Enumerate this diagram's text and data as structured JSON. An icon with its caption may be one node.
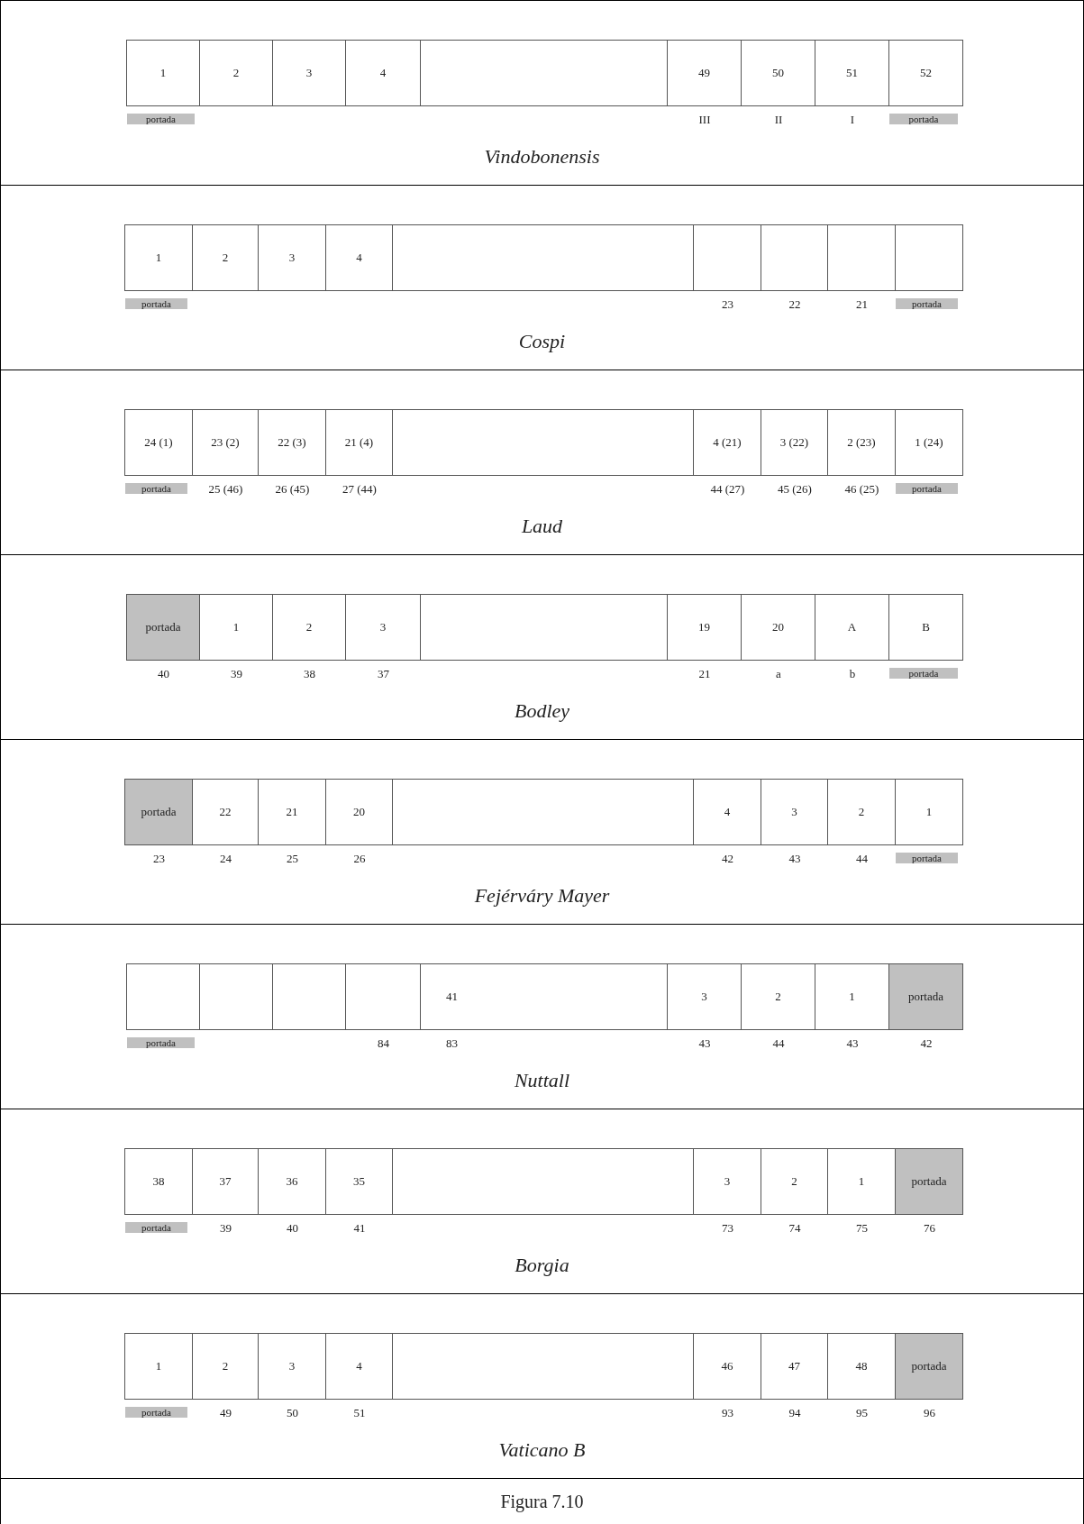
{
  "diagram": {
    "caption": "Figura 7.10",
    "nodes": [
      {
        "text": [
          "Vindobonensis"
        ]
      },
      {
        "text": [
          "1"
        ],
        "in": 0
      },
      {
        "text": [
          "2"
        ],
        "in": 0
      },
      {
        "text": [
          "3"
        ],
        "in": 0
      },
      {
        "text": [
          "4"
        ],
        "in": 0
      },
      {
        "text": [],
        "shape": "box",
        "in": 0
      },
      {
        "text": [
          "49"
        ],
        "beside": [
          "III"
        ],
        "in": 0
      },
      {
        "text": [
          "50"
        ],
        "beside": [
          "II"
        ],
        "in": 0
      },
      {
        "text": [
          "51"
        ],
        "beside": [
          "I"
        ],
        "in": 0
      },
      {
        "text": [
          "52"
        ],
        "in": 0
      },
      {
        "text": [
          "portada"
        ],
        "in": 0
      },
      {
        "text": [
          "portada"
        ],
        "in": 0
      },
      {
        "text": [
          "Cospi"
        ]
      },
      {
        "text": [
          "1"
        ],
        "in": 12
      },
      {
        "text": [
          "2"
        ],
        "in": 12
      },
      {
        "text": [
          "3"
        ],
        "in": 12
      },
      {
        "text": [
          "4"
        ],
        "in": 12
      },
      {
        "text": [],
        "shape": "box",
        "in": 12
      },
      {
        "text": [],
        "shape": "box",
        "beside": [
          "23"
        ],
        "in": 12
      },
      {
        "text": [],
        "shape": "box",
        "beside": [
          "22"
        ],
        "in": 12
      },
      {
        "text": [],
        "shape": "box",
        "beside": [
          "21"
        ],
        "in": 12
      },
      {
        "text": [],
        "shape": "box",
        "in": 12
      },
      {
        "text": [
          "portada"
        ],
        "in": 12
      },
      {
        "text": [
          "portada"
        ],
        "in": 12
      },
      {
        "text": [
          "Laud"
        ]
      },
      {
        "text": [
          "24 (1)"
        ],
        "in": 24
      },
      {
        "text": [
          "23 (2)"
        ],
        "beside": [
          "25 (46)"
        ],
        "in": 24
      },
      {
        "text": [
          "22 (3)"
        ],
        "beside": [
          "26 (45)"
        ],
        "in": 24
      },
      {
        "text": [
          "21 (4)"
        ],
        "beside": [
          "27 (44)"
        ],
        "in": 24
      },
      {
        "text": [],
        "shape": "box",
        "in": 24
      },
      {
        "text": [
          "4 (21)"
        ],
        "beside": [
          "44 (27)"
        ],
        "in": 24
      },
      {
        "text": [
          "3 (22)"
        ],
        "beside": [
          "45 (26)"
        ],
        "in": 24
      },
      {
        "text": [
          "2 (23)"
        ],
        "beside": [
          "46 (25)"
        ],
        "in": 24
      },
      {
        "text": [
          "1 (24)"
        ],
        "in": 24
      },
      {
        "text": [
          "portada"
        ],
        "in": 24
      },
      {
        "text": [
          "portada"
        ],
        "in": 24
      },
      {
        "text": [
          "Bodley"
        ]
      },
      {
        "text": [
          "portada"
        ],
        "beside": [
          "40"
        ],
        "in": 36
      },
      {
        "text": [
          "1"
        ],
        "beside": [
          "39"
        ],
        "in": 36
      },
      {
        "text": [
          "2"
        ],
        "beside": [
          "38"
        ],
        "in": 36
      },
      {
        "text": [
          "3"
        ],
        "beside": [
          "37"
        ],
        "in": 36
      },
      {
        "text": [],
        "shape": "box",
        "in": 36
      },
      {
        "text": [
          "19"
        ],
        "beside": [
          "21"
        ],
        "in": 36
      },
      {
        "text": [
          "20"
        ],
        "beside": [
          "a"
        ],
        "in": 36
      },
      {
        "text": [
          "A"
        ],
        "beside": [
          "b"
        ],
        "in": 36
      },
      {
        "text": [
          "B"
        ],
        "in": 36
      },
      {
        "text": [
          "portada"
        ],
        "in": 36
      },
      {
        "text": [
          "Fejérváry Mayer"
        ]
      },
      {
        "text": [
          "portada"
        ],
        "beside": [
          "23"
        ],
        "in": 47
      },
      {
        "text": [
          "22"
        ],
        "beside": [
          "24"
        ],
        "in": 47
      },
      {
        "text": [
          "21"
        ],
        "beside": [
          "25"
        ],
        "in": 47
      },
      {
        "text": [
          "20"
        ],
        "beside": [
          "26"
        ],
        "in": 47
      },
      {
        "text": [],
        "shape": "box",
        "in": 47
      },
      {
        "text": [
          "4"
        ],
        "beside": [
          "42"
        ],
        "in": 47
      },
      {
        "text": [
          "3"
        ],
        "beside": [
          "43"
        ],
        "in": 47
      },
      {
        "text": [
          "2"
        ],
        "beside": [
          "44"
        ],
        "in": 47
      },
      {
        "text": [
          "1"
        ],
        "in": 47
      },
      {
        "text": [
          "portada"
        ],
        "in": 47
      },
      {
        "text": [
          "Nuttall"
        ]
      },
      {
        "text": [],
        "shape": "box",
        "in": 58
      },
      {
        "text": [],
        "shape": "box",
        "in": 58
      },
      {
        "text": [],
        "shape": "box",
        "in": 58
      },
      {
        "text": [],
        "shape": "box",
        "beside": [
          "84"
        ],
        "in": 58
      },
      {
        "text": [
          "41"
        ],
        "beside": [
          "83"
        ],
        "in": 58
      },
      {
        "text": [
          "3"
        ],
        "beside": [
          "43"
        ],
        "in": 58
      },
      {
        "text": [
          "2"
        ],
        "beside": [
          "44"
        ],
        "in": 58
      },
      {
        "text": [
          "1"
        ],
        "beside": [
          "43"
        ],
        "in": 58
      },
      {
        "text": [
          "portada"
        ],
        "beside": [
          "42"
        ],
        "in": 58
      },
      {
        "text": [
          "portada"
        ],
        "in": 58
      },
      {
        "text": [
          "Borgia"
        ]
      },
      {
        "text": [
          "38"
        ],
        "in": 69
      },
      {
        "text": [
          "37"
        ],
        "beside": [
          "39"
        ],
        "in": 69
      },
      {
        "text": [
          "36"
        ],
        "beside": [
          "40"
        ],
        "in": 69
      },
      {
        "text": [
          "35"
        ],
        "beside": [
          "41"
        ],
        "in": 69
      },
      {
        "text": [],
        "shape": "box",
        "in": 69
      },
      {
        "text": [
          "3"
        ],
        "beside": [
          "73"
        ],
        "in": 69
      },
      {
        "text": [
          "2"
        ],
        "beside": [
          "74"
        ],
        "in": 69
      },
      {
        "text": [
          "1"
        ],
        "beside": [
          "75"
        ],
        "in": 69
      },
      {
        "text": [
          "portada"
        ],
        "beside": [
          "76"
        ],
        "in": 69
      },
      {
        "text": [
          "portada"
        ],
        "in": 69
      },
      {
        "text": [
          "Vaticano B"
        ]
      },
      {
        "text": [
          "1"
        ],
        "in": 80
      },
      {
        "text": [
          "2"
        ],
        "beside": [
          "49"
        ],
        "in": 80
      },
      {
        "text": [
          "3"
        ],
        "beside": [
          "50"
        ],
        "in": 80
      },
      {
        "text": [
          "4"
        ],
        "beside": [
          "51"
        ],
        "in": 80
      },
      {
        "text": [],
        "shape": "box",
        "in": 80
      },
      {
        "text": [
          "46"
        ],
        "beside": [
          "93"
        ],
        "in": 80
      },
      {
        "text": [
          "47"
        ],
        "beside": [
          "94"
        ],
        "in": 80
      },
      {
        "text": [
          "48"
        ],
        "beside": [
          "95"
        ],
        "in": 80
      },
      {
        "text": [
          "portada"
        ],
        "beside": [
          "96"
        ],
        "in": 80
      },
      {
        "text": [
          "portada"
        ],
        "in": 80
      }
    ]
  }
}
